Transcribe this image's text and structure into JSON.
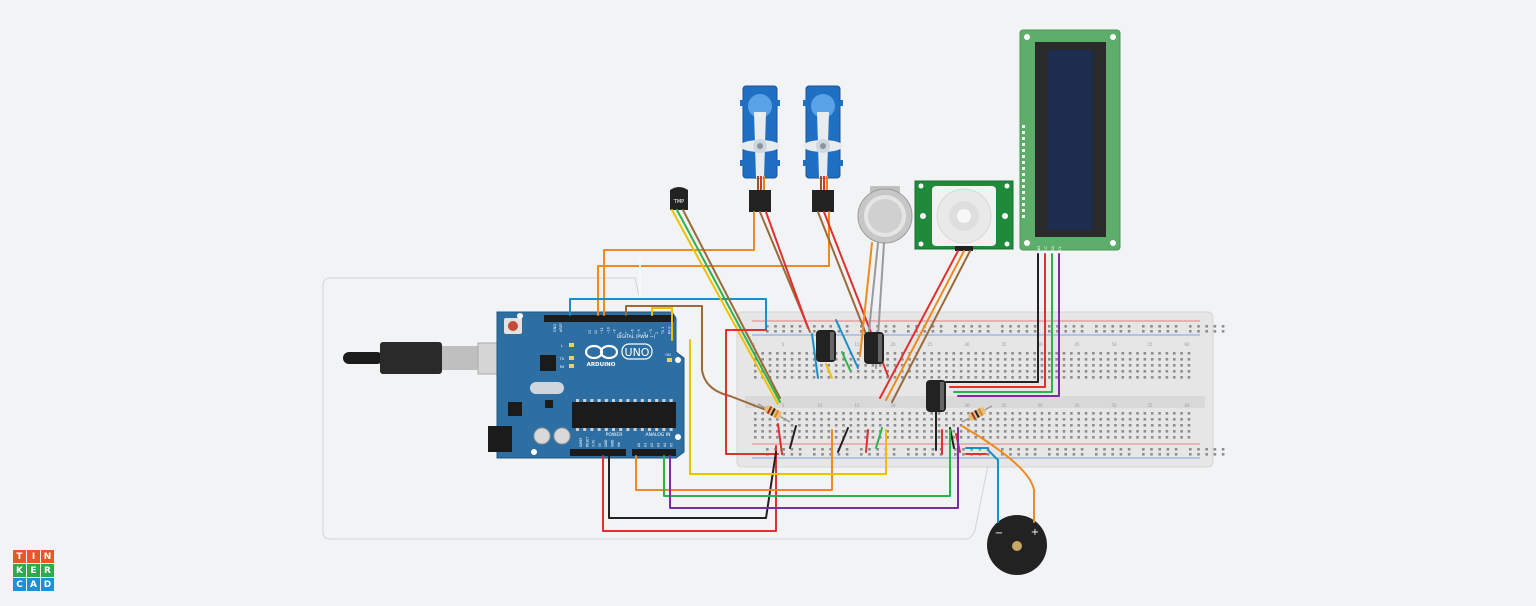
{
  "arduino": {
    "brand": "ARDUINO",
    "model": "UNO",
    "digital_label": "DIGITAL (PWM ~)",
    "power_label": "POWER",
    "analog_label": "ANALOG IN",
    "aref_label": "AREF",
    "gnd_label": "GND",
    "header_pins": [
      "13",
      "12",
      "~11",
      "~10",
      "~9",
      "8",
      "7",
      "~6",
      "~5",
      "4",
      "~3",
      "2",
      "TX 1",
      "RX 0"
    ],
    "power_pins": [
      "IOREF",
      "RESET",
      "3.3V",
      "5V",
      "GND",
      "GND",
      "Vin"
    ],
    "analog_pins": [
      "A0",
      "A1",
      "A2",
      "A3",
      "A4",
      "A5"
    ],
    "led_labels": [
      "L",
      "TX",
      "RX"
    ],
    "on_label": "ON"
  },
  "sensors": {
    "tmp_label": "TMP"
  },
  "breadboard": {
    "column_numbers": [
      "1",
      "5",
      "10",
      "15",
      "20",
      "25",
      "30",
      "35",
      "40",
      "45",
      "50",
      "55",
      "60"
    ]
  },
  "lcd": {
    "pin_labels": [
      "GND",
      "VCC",
      "SDA",
      "SCL"
    ]
  },
  "buzzer": {
    "minus": "−",
    "plus": "+"
  },
  "logo": {
    "letters": [
      "T",
      "I",
      "N",
      "K",
      "E",
      "R",
      "C",
      "A",
      "D"
    ]
  },
  "colors": {
    "background": "#f2f3f5",
    "arduino_board": "#2d6ea3",
    "breadboard": "#e4e4e4",
    "servo_blue": "#1f6fc2",
    "pir_green": "#1f8a3a",
    "lcd_green": "#5cae6a",
    "lcd_screen": "#1c2d4d"
  }
}
